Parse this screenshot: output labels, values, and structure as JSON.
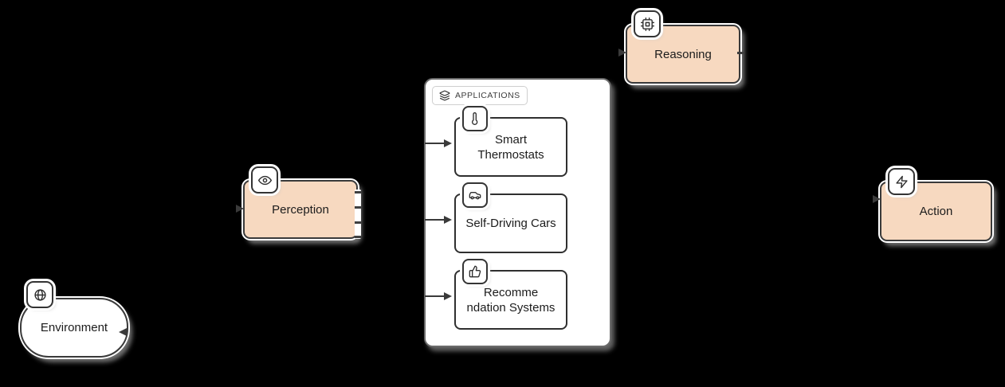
{
  "canvas": {
    "background": "#000000"
  },
  "colors": {
    "node_fill": "#f7d9c0",
    "node_border": "#3a3a3a",
    "node_white": "#ffffff",
    "edge": "#3a3a3a",
    "text": "#1c1c1c"
  },
  "nodes": {
    "environment": {
      "label": "Environment",
      "icon": "globe-icon",
      "shape": "pill"
    },
    "perception": {
      "label": "Perception",
      "icon": "eye-icon",
      "shape": "rect"
    },
    "reasoning": {
      "label": "Reasoning",
      "icon": "cpu-icon",
      "shape": "rect"
    },
    "action": {
      "label": "Action",
      "icon": "zap-icon",
      "shape": "rect"
    }
  },
  "applications": {
    "title": "APPLICATIONS",
    "icon": "layers-icon",
    "items": [
      {
        "label": "Smart Thermostats",
        "lines": [
          "Smart",
          "Thermostats"
        ],
        "icon": "thermometer-icon"
      },
      {
        "label": "Self-Driving Cars",
        "lines": [
          "Self-Driving Cars"
        ],
        "icon": "car-icon"
      },
      {
        "label": "Recommendation Systems",
        "lines": [
          "Recomme",
          "ndation Systems"
        ],
        "icon": "thumbs-up-icon"
      }
    ]
  }
}
